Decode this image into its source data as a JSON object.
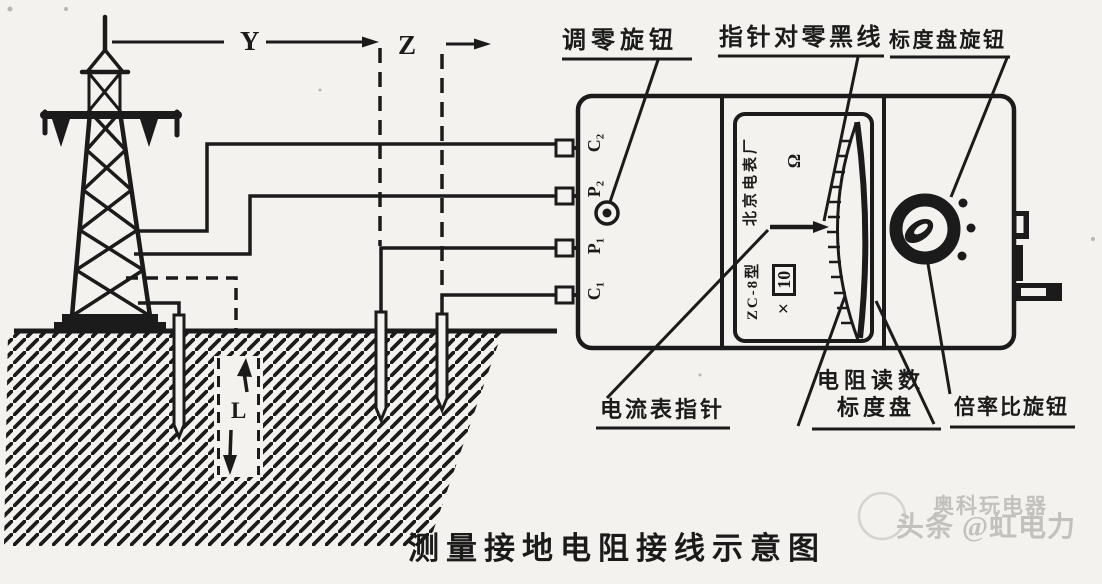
{
  "colors": {
    "ink": "#1b1b1b",
    "paper": "#f4f2ee",
    "watermark": "#c3c1bd"
  },
  "caption": "测量接地电阻接线示意图",
  "dimension_labels": {
    "y": "Y",
    "z": "Z",
    "depth": "L"
  },
  "callouts": {
    "zero_adjust_knob": "调零旋钮",
    "pointer_zero_black_line": "指针对零黑线",
    "dial_knob": "标度盘旋钮",
    "ammeter_pointer": "电流表指针",
    "resistance_reading_line1": "电阻读数",
    "resistance_reading_line2": "标度盘",
    "ratio_knob": "倍率比旋钮"
  },
  "instrument": {
    "terminals": [
      {
        "label": "C₂"
      },
      {
        "label": "P₂"
      },
      {
        "label": "P₁"
      },
      {
        "label": "C₁"
      }
    ],
    "maker": "北京电表厂",
    "model": "ZC-8型",
    "unit": "Ω",
    "multiplier_sign": "×",
    "multiplier_value": "10"
  },
  "watermark": {
    "line1": "奥科玩电器",
    "line2": "头条 @虹电力"
  }
}
